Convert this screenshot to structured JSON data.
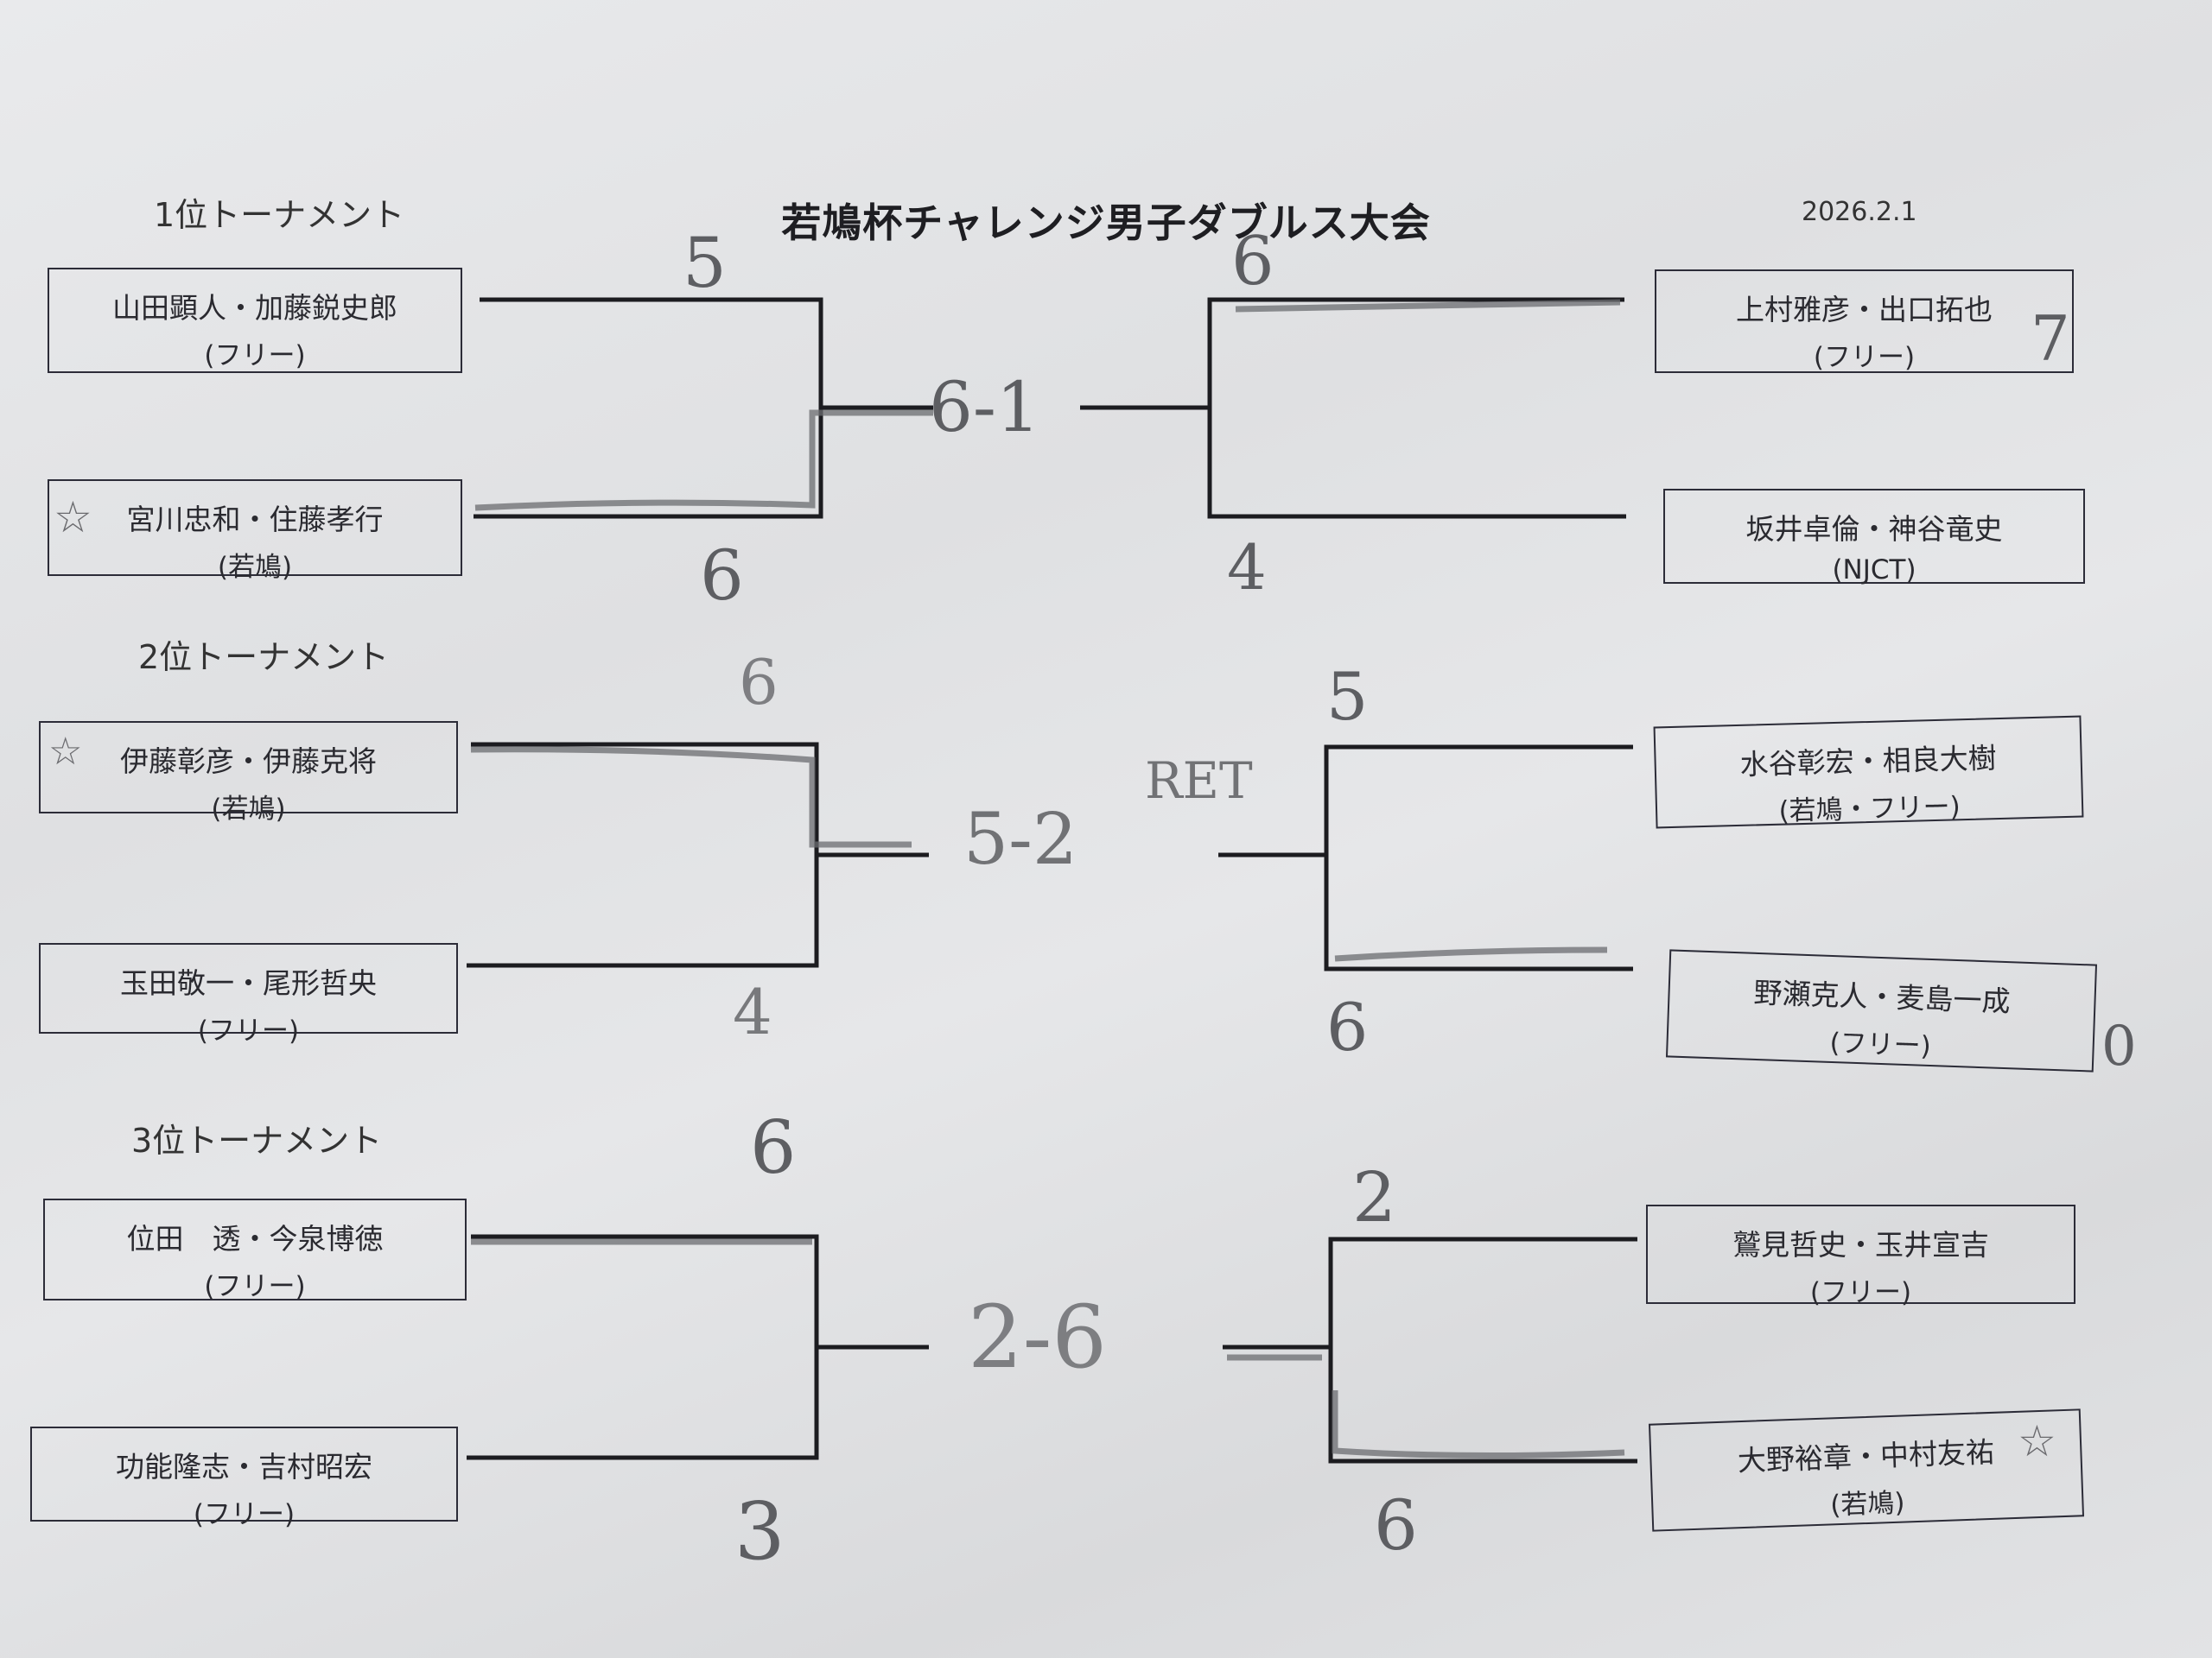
{
  "title": "若鳩杯チャレンジ男子ダブルス大会",
  "date": "2026.2.1",
  "tournaments": [
    {
      "heading": "1位トーナメント",
      "left": [
        {
          "names": "山田顕人・加藤鋭史郎",
          "club": "(フリー)",
          "score": "5"
        },
        {
          "names": "宮川忠和・住藤孝行",
          "club": "(若鳩)",
          "score": "6"
        }
      ],
      "right": [
        {
          "names": "上村雅彦・出口拓也",
          "club": "(フリー)",
          "score": "6"
        },
        {
          "names": "坂井卓倫・神谷竜史",
          "club": "(NJCT)",
          "score": "4"
        }
      ],
      "final_score": "6-1",
      "side_note": "7"
    },
    {
      "heading": "2位トーナメント",
      "left": [
        {
          "names": "伊藤彰彦・伊藤克将",
          "club": "(若鳩)",
          "score": "6"
        },
        {
          "names": "玉田敬一・尾形哲央",
          "club": "(フリー)",
          "score": "4"
        }
      ],
      "right": [
        {
          "names": "水谷彰宏・相良大樹",
          "club": "(若鳩・フリー)",
          "score": "5"
        },
        {
          "names": "野瀬克人・麦島一成",
          "club": "(フリー)",
          "score": "6"
        }
      ],
      "final_score": "5-2",
      "final_note": "RET",
      "side_note": "0"
    },
    {
      "heading": "3位トーナメント",
      "left": [
        {
          "names": "位田　透・今泉博徳",
          "club": "(フリー)",
          "score": "6"
        },
        {
          "names": "功能隆志・吉村昭宏",
          "club": "(フリー)",
          "score": "3"
        }
      ],
      "right": [
        {
          "names": "鷲見哲史・玉井宣吉",
          "club": "(フリー)",
          "score": "2"
        },
        {
          "names": "大野裕章・中村友祐",
          "club": "(若鳩)",
          "score": "6"
        }
      ],
      "final_score": "2-6"
    }
  ],
  "colors": {
    "ink": "#2a2a30",
    "pencil": "#5d5e62",
    "paper": "#e3e4e6"
  }
}
